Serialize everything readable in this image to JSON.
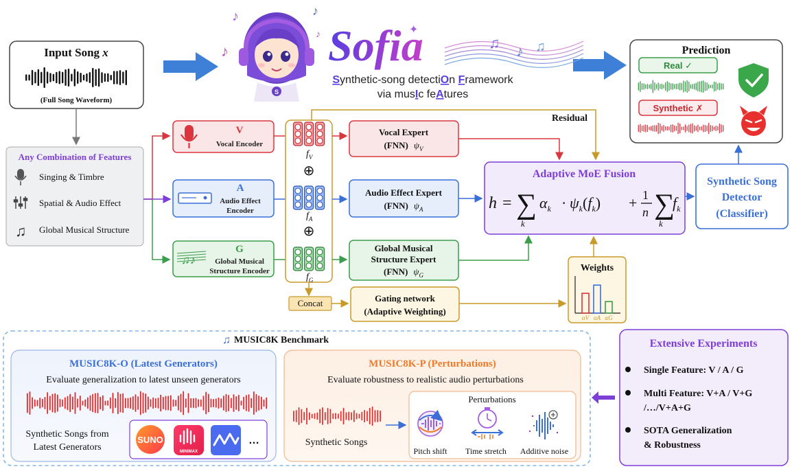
{
  "input": {
    "title": "Input Song ",
    "var": "x",
    "caption": "(Full Song Waveform)"
  },
  "logo": {
    "name": "Sofia",
    "subtitle_line1_parts": [
      "S",
      "ynthetic-song detecti",
      "O",
      "n ",
      "F",
      "ramework"
    ],
    "subtitle_line2_parts": [
      "via mus",
      "I",
      "c fe",
      "A",
      "tures"
    ]
  },
  "prediction": {
    "title": "Prediction",
    "real": "Real ✓",
    "synthetic": "Synthetic ✗"
  },
  "features": {
    "title": "Any Combination of Features",
    "items": [
      "Singing & Timbre",
      "Spatial & Audio Effect",
      "Global Musical Structure"
    ]
  },
  "encoders": {
    "vocal": {
      "letter": "V",
      "line1": "Vocal Encoder"
    },
    "audio": {
      "letter": "A",
      "line1": "Audio Effect",
      "line2": "Encoder"
    },
    "global": {
      "letter": "G",
      "line1": "Global Musical",
      "line2": "Structure Encoder"
    }
  },
  "embeddings": {
    "fv": "f",
    "fv_sub": "V",
    "fa": "f",
    "fa_sub": "A",
    "fg": "f",
    "fg_sub": "G",
    "oplus": "⊕"
  },
  "experts": {
    "vocal": {
      "line1": "Vocal Expert",
      "line2": "(FNN)",
      "psi": "ψ",
      "sub": "V"
    },
    "audio": {
      "line1": "Audio Effect Expert",
      "line2": "(FNN)",
      "psi": "ψ",
      "sub": "A"
    },
    "global": {
      "line1": "Global Musical",
      "line2": "Structure Expert",
      "line3": "(FNN)",
      "psi": "ψ",
      "sub": "G"
    }
  },
  "residual": "Residual",
  "fusion": {
    "title": "Adaptive MoE Fusion"
  },
  "detector": {
    "line1": "Synthetic Song",
    "line2": "Detector",
    "line3": "(Classifier)"
  },
  "weights": {
    "title": "Weights",
    "labels": [
      "αV",
      "αA",
      "αG"
    ],
    "values": [
      0.6,
      0.85,
      0.35
    ],
    "colors": [
      "#d9363e",
      "#3a6fd8",
      "#3a9d4a"
    ]
  },
  "concat": "Concat",
  "gating": {
    "line1": "Gating network",
    "line2": "(Adaptive Weighting)"
  },
  "benchmark": {
    "title": "MUSIC8K Benchmark",
    "o": {
      "title": "MUSIC8K-O  (Latest Generators)",
      "desc": "Evaluate generalization to latest unseen generators",
      "sub_line1": "Synthetic Songs from",
      "sub_line2": "Latest Generators",
      "logos": [
        "SUNO",
        "MINIMAX",
        "…"
      ]
    },
    "p": {
      "title": "MUSIC8K-P  (Perturbations)",
      "desc": "Evaluate robustness to realistic audio perturbations",
      "songs": "Synthetic Songs",
      "pert_title": "Perturbations",
      "perts": [
        "Pitch shift",
        "Time stretch",
        "Additive noise"
      ]
    }
  },
  "experiments": {
    "title": "Extensive Experiments",
    "items": [
      {
        "line1": "Single Feature: V / A / G"
      },
      {
        "line1": "Multi Feature: V+A / V+G",
        "line2": "/…/V+A+G"
      },
      {
        "line1": "SOTA Generalization",
        "line2": "& Robustness"
      }
    ]
  },
  "colors": {
    "red": "#d9363e",
    "blue": "#3a6fd8",
    "green": "#3a9d4a",
    "purple": "#7d3ed8",
    "orange": "#f07a2a",
    "gold": "#c89a2a"
  }
}
